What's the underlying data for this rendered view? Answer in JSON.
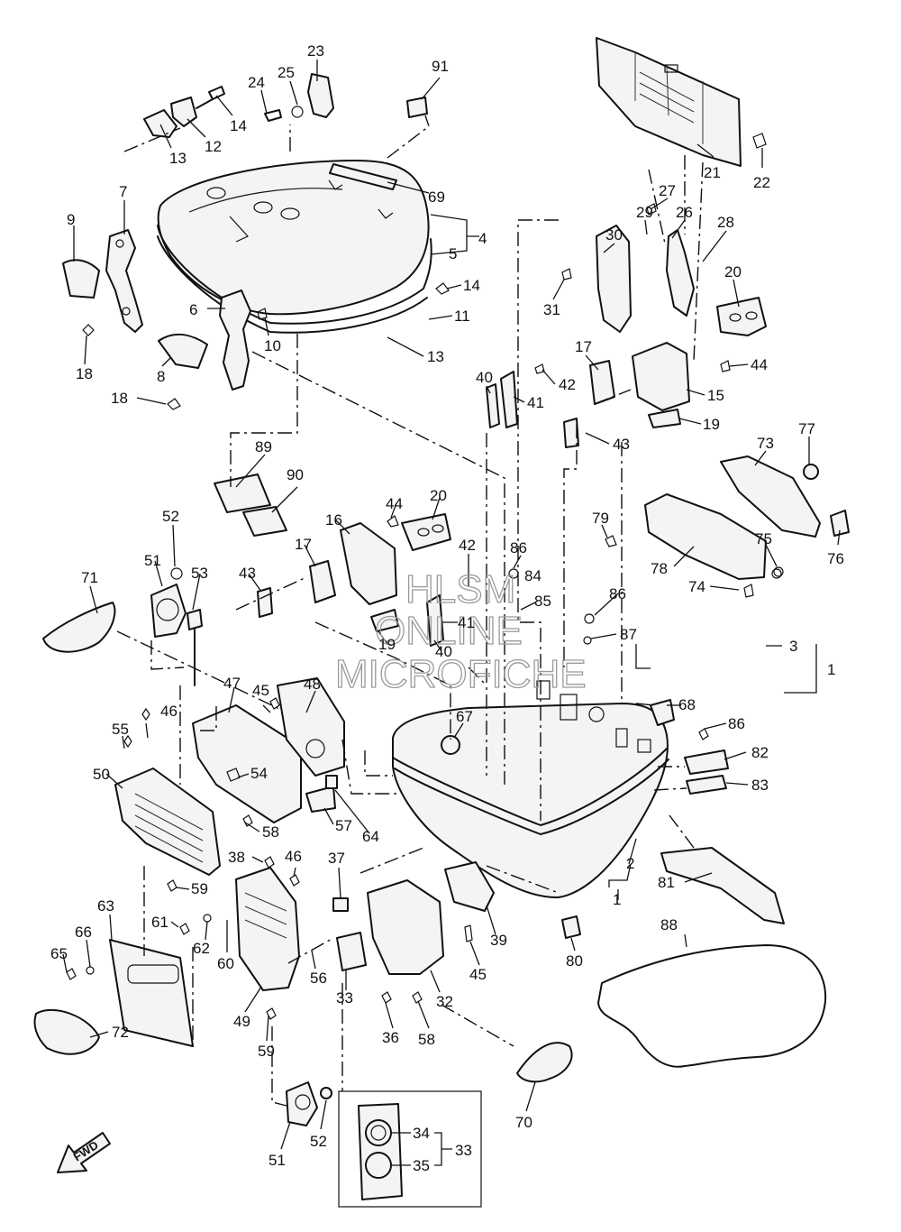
{
  "watermark": {
    "line1": "HLSM",
    "line2": "ONLINE",
    "line3": "MICROFICHE"
  },
  "fwd_label": "FWD",
  "callouts": [
    {
      "id": "c23",
      "text": "23"
    },
    {
      "id": "c91",
      "text": "91"
    },
    {
      "id": "c24",
      "text": "24"
    },
    {
      "id": "c25",
      "text": "25"
    },
    {
      "id": "c14a",
      "text": "14"
    },
    {
      "id": "c12",
      "text": "12"
    },
    {
      "id": "c13a",
      "text": "13"
    },
    {
      "id": "c69",
      "text": "69"
    },
    {
      "id": "c7",
      "text": "7"
    },
    {
      "id": "c9",
      "text": "9"
    },
    {
      "id": "c4",
      "text": "4"
    },
    {
      "id": "c5",
      "text": "5"
    },
    {
      "id": "c21",
      "text": "21"
    },
    {
      "id": "c22",
      "text": "22"
    },
    {
      "id": "c27",
      "text": "27"
    },
    {
      "id": "c26",
      "text": "26"
    },
    {
      "id": "c29",
      "text": "29"
    },
    {
      "id": "c28",
      "text": "28"
    },
    {
      "id": "c30",
      "text": "30"
    },
    {
      "id": "c20a",
      "text": "20"
    },
    {
      "id": "c31",
      "text": "31"
    },
    {
      "id": "c14b",
      "text": "14"
    },
    {
      "id": "c11",
      "text": "11"
    },
    {
      "id": "c13b",
      "text": "13"
    },
    {
      "id": "c6",
      "text": "6"
    },
    {
      "id": "c10",
      "text": "10"
    },
    {
      "id": "c8",
      "text": "8"
    },
    {
      "id": "c18a",
      "text": "18"
    },
    {
      "id": "c18b",
      "text": "18"
    },
    {
      "id": "c17a",
      "text": "17"
    },
    {
      "id": "c44a",
      "text": "44"
    },
    {
      "id": "c40a",
      "text": "40"
    },
    {
      "id": "c42a",
      "text": "42"
    },
    {
      "id": "c41a",
      "text": "41"
    },
    {
      "id": "c15",
      "text": "15"
    },
    {
      "id": "c19a",
      "text": "19"
    },
    {
      "id": "c43a",
      "text": "43"
    },
    {
      "id": "c77",
      "text": "77"
    },
    {
      "id": "c73",
      "text": "73"
    },
    {
      "id": "c89",
      "text": "89"
    },
    {
      "id": "c90",
      "text": "90"
    },
    {
      "id": "c20b",
      "text": "20"
    },
    {
      "id": "c44b",
      "text": "44"
    },
    {
      "id": "c16",
      "text": "16"
    },
    {
      "id": "c52a",
      "text": "52"
    },
    {
      "id": "c79",
      "text": "79"
    },
    {
      "id": "c75",
      "text": "75"
    },
    {
      "id": "c76",
      "text": "76"
    },
    {
      "id": "c17b",
      "text": "17"
    },
    {
      "id": "c42b",
      "text": "42"
    },
    {
      "id": "c86a",
      "text": "86"
    },
    {
      "id": "c84",
      "text": "84"
    },
    {
      "id": "c78",
      "text": "78"
    },
    {
      "id": "c51a",
      "text": "51"
    },
    {
      "id": "c53",
      "text": "53"
    },
    {
      "id": "c71",
      "text": "71"
    },
    {
      "id": "c43b",
      "text": "43"
    },
    {
      "id": "c85",
      "text": "85"
    },
    {
      "id": "c74",
      "text": "74"
    },
    {
      "id": "c86b",
      "text": "86"
    },
    {
      "id": "c41b",
      "text": "41"
    },
    {
      "id": "c19b",
      "text": "19"
    },
    {
      "id": "c40b",
      "text": "40"
    },
    {
      "id": "c87",
      "text": "87"
    },
    {
      "id": "c3",
      "text": "3"
    },
    {
      "id": "c1a",
      "text": "1"
    },
    {
      "id": "c47",
      "text": "47"
    },
    {
      "id": "c45a",
      "text": "45"
    },
    {
      "id": "c48",
      "text": "48"
    },
    {
      "id": "c46a",
      "text": "46"
    },
    {
      "id": "c55",
      "text": "55"
    },
    {
      "id": "c67",
      "text": "67"
    },
    {
      "id": "c68",
      "text": "68"
    },
    {
      "id": "c86c",
      "text": "86"
    },
    {
      "id": "c82",
      "text": "82"
    },
    {
      "id": "c50",
      "text": "50"
    },
    {
      "id": "c54",
      "text": "54"
    },
    {
      "id": "c83",
      "text": "83"
    },
    {
      "id": "c58a",
      "text": "58"
    },
    {
      "id": "c57",
      "text": "57"
    },
    {
      "id": "c64",
      "text": "64"
    },
    {
      "id": "c38",
      "text": "38"
    },
    {
      "id": "c46b",
      "text": "46"
    },
    {
      "id": "c37",
      "text": "37"
    },
    {
      "id": "c2",
      "text": "2"
    },
    {
      "id": "c59a",
      "text": "59"
    },
    {
      "id": "c1b",
      "text": "1"
    },
    {
      "id": "c81",
      "text": "81"
    },
    {
      "id": "c63",
      "text": "63"
    },
    {
      "id": "c39",
      "text": "39"
    },
    {
      "id": "c61",
      "text": "61"
    },
    {
      "id": "c88",
      "text": "88"
    },
    {
      "id": "c66",
      "text": "66"
    },
    {
      "id": "c62",
      "text": "62"
    },
    {
      "id": "c80",
      "text": "80"
    },
    {
      "id": "c65",
      "text": "65"
    },
    {
      "id": "c60",
      "text": "60"
    },
    {
      "id": "c56",
      "text": "56"
    },
    {
      "id": "c45b",
      "text": "45"
    },
    {
      "id": "c33a",
      "text": "33"
    },
    {
      "id": "c32",
      "text": "32"
    },
    {
      "id": "c49",
      "text": "49"
    },
    {
      "id": "c72",
      "text": "72"
    },
    {
      "id": "c36",
      "text": "36"
    },
    {
      "id": "c58b",
      "text": "58"
    },
    {
      "id": "c59b",
      "text": "59"
    },
    {
      "id": "c70",
      "text": "70"
    },
    {
      "id": "c34",
      "text": "34"
    },
    {
      "id": "c33b",
      "text": "33"
    },
    {
      "id": "c51b",
      "text": "51"
    },
    {
      "id": "c52b",
      "text": "52"
    },
    {
      "id": "c35",
      "text": "35"
    }
  ]
}
